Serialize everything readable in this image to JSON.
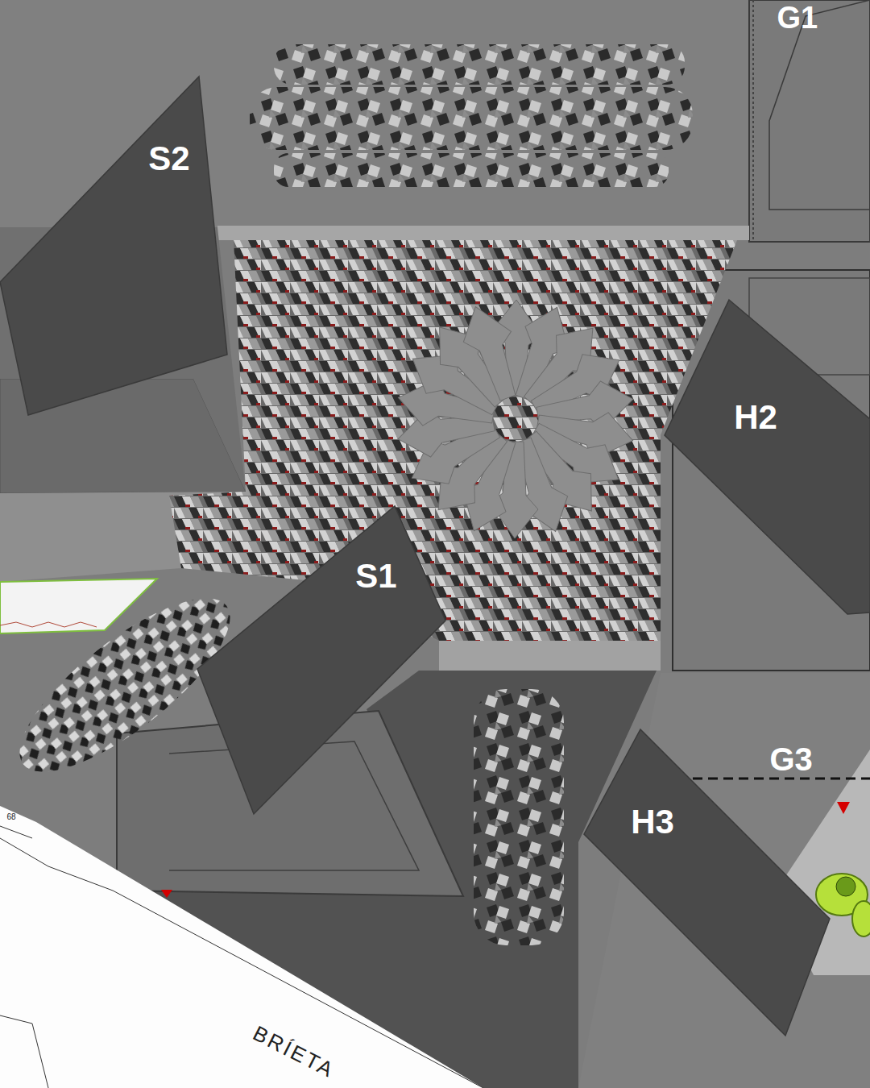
{
  "diagram": {
    "nodes": [
      {
        "text": [
          "S2"
        ]
      },
      {
        "text": [
          "H2"
        ]
      },
      {
        "text": [
          "S1"
        ]
      },
      {
        "text": [
          "H3"
        ]
      }
    ],
    "labels": [
      "G1",
      "G3",
      "BRÍETA",
      "68"
    ]
  }
}
